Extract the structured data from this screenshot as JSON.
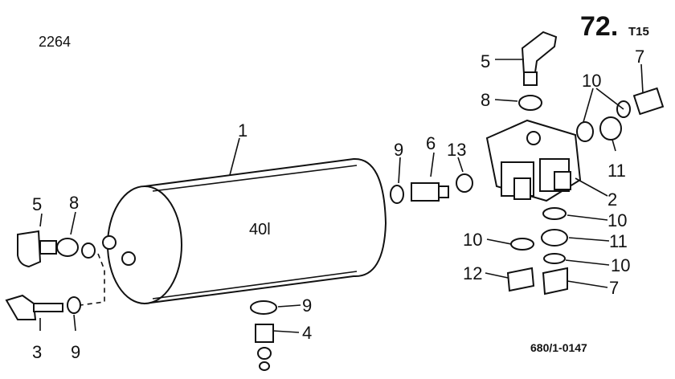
{
  "header": {
    "page_code": "2264",
    "section_number": "72.",
    "section_suffix": "T15",
    "drawing_ref": "680/1-0147"
  },
  "tank": {
    "capacity_label": "40l"
  },
  "callouts": {
    "c1": "1",
    "c2": "2",
    "c3": "3",
    "c4": "4",
    "c5_top": "5",
    "c5_left": "5",
    "c6": "6",
    "c7_top": "7",
    "c7_bottom": "7",
    "c8_top": "8",
    "c8_left": "8",
    "c9_mid": "9",
    "c9_left": "9",
    "c9_bottom": "9",
    "c10_top": "10",
    "c10_r1": "10",
    "c10_r2": "10",
    "c10_left": "10",
    "c11_top": "11",
    "c11_mid": "11",
    "c12": "12",
    "c13": "13"
  }
}
